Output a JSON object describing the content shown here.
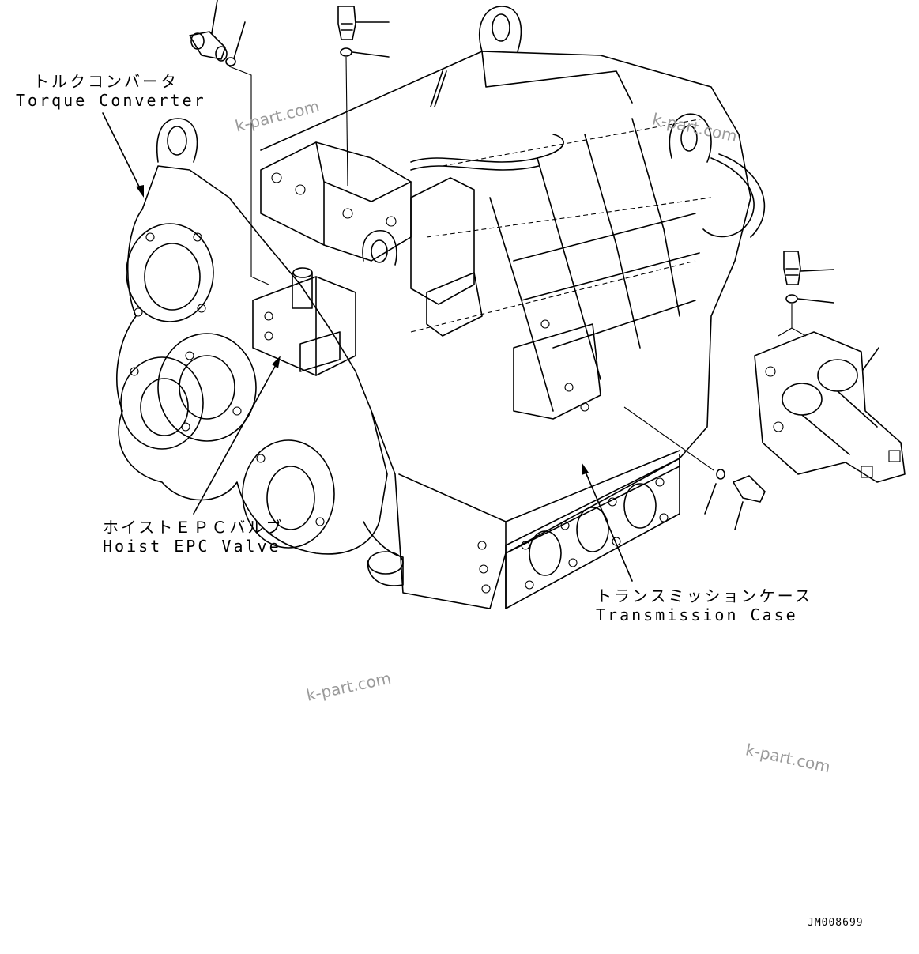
{
  "labels": {
    "torque_converter_jp": "トルクコンバータ",
    "torque_converter_en": "Torque Converter",
    "hoist_epc_valve_jp": "ホイストＥＰＣバルブ",
    "hoist_epc_valve_en": "Hoist EPC Valve",
    "transmission_case_jp": "トランスミッションケース",
    "transmission_case_en": "Transmission Case"
  },
  "watermarks": [
    "k-part.com",
    "k-part.com",
    "k-part.com",
    "k-part.com"
  ],
  "drawing_code": "JM008699",
  "colors": {
    "line": "#000000",
    "watermark": "#9a9a9a",
    "background": "#ffffff"
  }
}
